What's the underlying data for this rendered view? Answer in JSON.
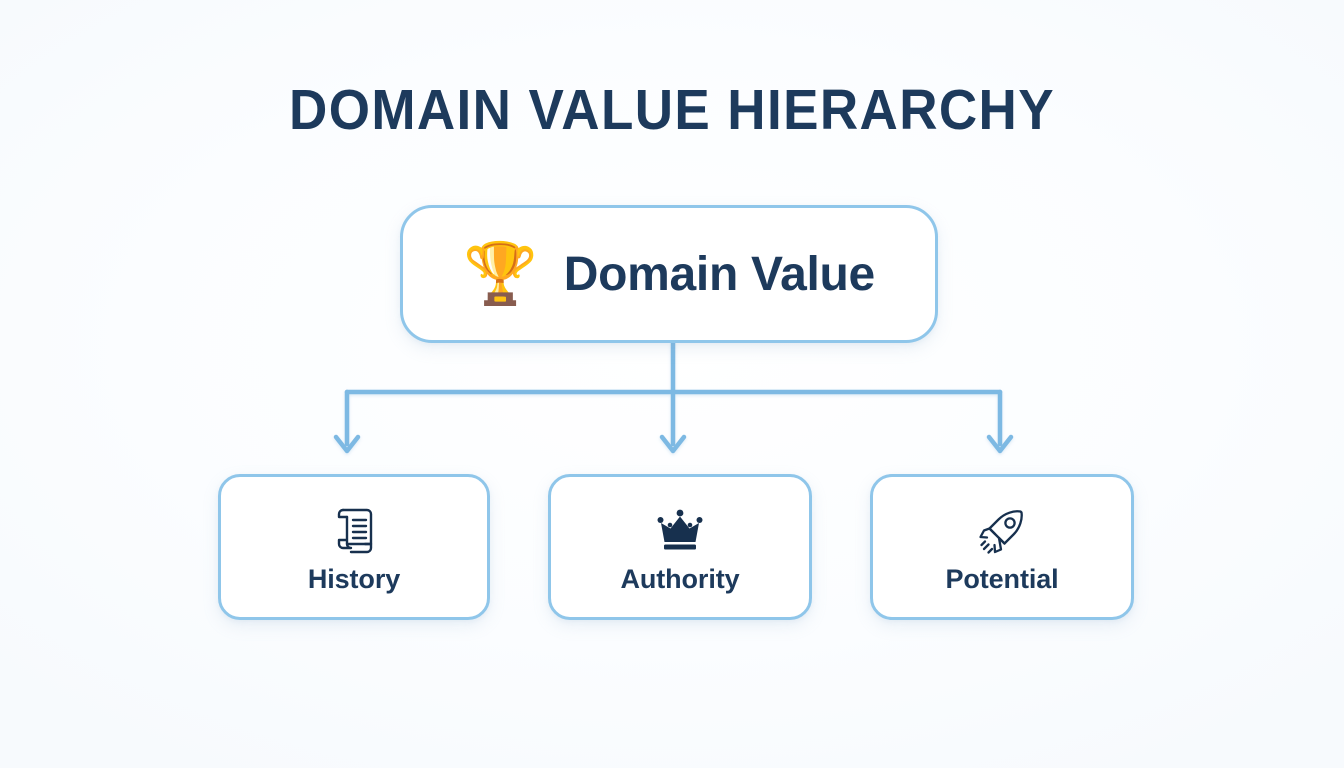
{
  "page": {
    "title": "DOMAIN VALUE HIERARCHY",
    "background_color": "#fdfeff",
    "accent_color": "#8fc6ea",
    "text_color": "#1d3a5c"
  },
  "diagram": {
    "type": "hierarchy",
    "root": {
      "label": "Domain Value",
      "icon": "trophy-icon",
      "icon_glyph": "🏆"
    },
    "children": [
      {
        "label": "History",
        "icon": "scroll-icon"
      },
      {
        "label": "Authority",
        "icon": "crown-icon"
      },
      {
        "label": "Potential",
        "icon": "rocket-icon"
      }
    ],
    "connector": {
      "style": "orthogonal-arrows",
      "color": "#7db9e3",
      "arrow_count": 3
    }
  }
}
